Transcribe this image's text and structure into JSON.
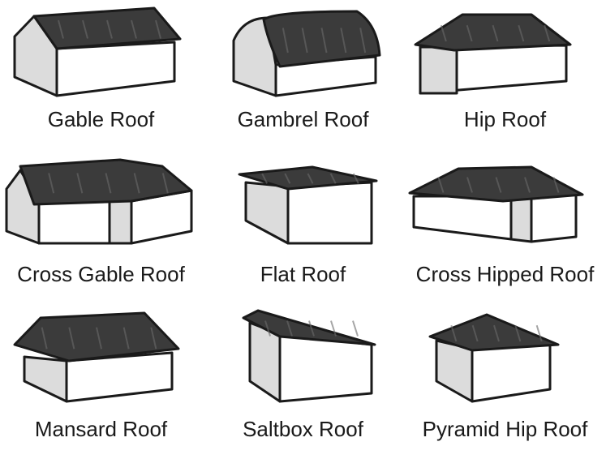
{
  "colors": {
    "roof": "#3b3b3b",
    "roof_light": "#6a6a6a",
    "wall": "#ffffff",
    "wall_side": "#dcdcdc",
    "outline": "#1a1a1a"
  },
  "roofs": [
    {
      "label": "Gable Roof",
      "icon": "gable-roof-icon"
    },
    {
      "label": "Gambrel Roof",
      "icon": "gambrel-roof-icon"
    },
    {
      "label": "Hip Roof",
      "icon": "hip-roof-icon"
    },
    {
      "label": "Cross Gable Roof",
      "icon": "cross-gable-roof-icon"
    },
    {
      "label": "Flat Roof",
      "icon": "flat-roof-icon"
    },
    {
      "label": "Cross Hipped Roof",
      "icon": "cross-hipped-roof-icon"
    },
    {
      "label": "Mansard Roof",
      "icon": "mansard-roof-icon"
    },
    {
      "label": "Saltbox Roof",
      "icon": "saltbox-roof-icon"
    },
    {
      "label": "Pyramid Hip Roof",
      "icon": "pyramid-hip-roof-icon"
    }
  ]
}
